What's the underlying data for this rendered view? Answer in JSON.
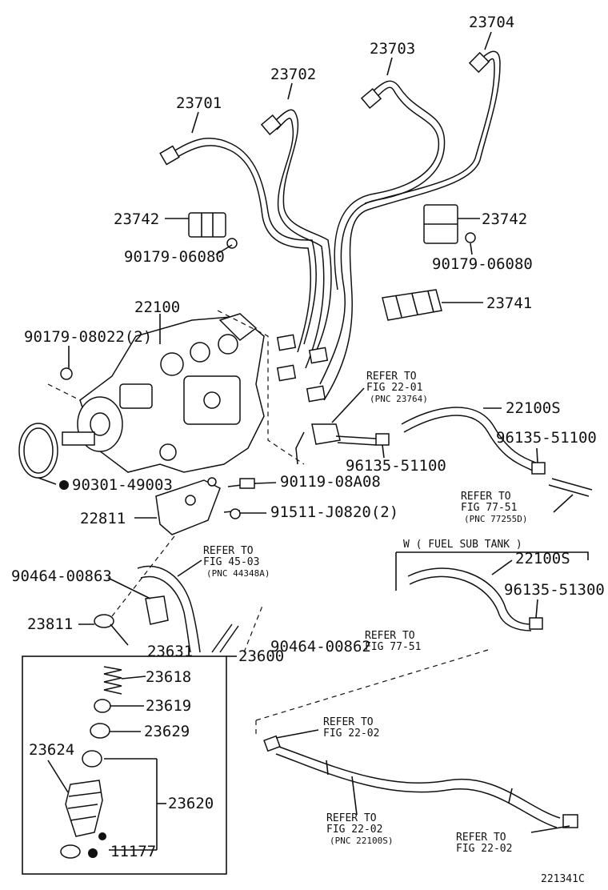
{
  "diagram_code": "221341C",
  "callouts": {
    "p23704": "23704",
    "p23703": "23703",
    "p23702": "23702",
    "p23701": "23701",
    "p23742a": "23742",
    "p23742b": "23742",
    "p90179a": "90179-06080",
    "p90179b": "90179-06080",
    "p23741": "23741",
    "p22100": "22100",
    "p90179_08022": "90179-08022(2)",
    "p22100S_a": "22100S",
    "p96135_a": "96135-51100",
    "p96135_b": "96135-51100",
    "p90301": "90301-49003",
    "p90119": "90119-08A08",
    "p91511": "91511-J0820(2)",
    "p22811": "22811",
    "p90464_a": "90464-00863",
    "p23811": "23811",
    "p23631": "23631",
    "p23600": "23600",
    "p90464_b": "90464-00862",
    "p22100S_b": "22100S",
    "p96135_c": "96135-51300",
    "p23618": "23618",
    "p23619": "23619",
    "p23629": "23629",
    "p23624": "23624",
    "p23620": "23620",
    "p11177": "11177"
  },
  "references": {
    "r1": {
      "refer": "REFER TO",
      "fig": "FIG 22-01",
      "pnc": "(PNC 23764)"
    },
    "r2": {
      "refer": "REFER TO",
      "fig": "FIG 77-51",
      "pnc": "(PNC 77255D)"
    },
    "r3": {
      "refer": "REFER TO",
      "fig": "FIG 45-03",
      "pnc": "(PNC 44348A)"
    },
    "r4": {
      "refer": "REFER TO",
      "fig": "FIG 77-51"
    },
    "r5": {
      "refer": "REFER TO",
      "fig": "FIG 22-02"
    },
    "r6": {
      "refer": "REFER TO",
      "fig": "FIG 22-02",
      "pnc": "(PNC 22100S)"
    },
    "r7": {
      "refer": "REFER TO",
      "fig": "FIG 22-02"
    }
  },
  "variant_label": "W ( FUEL SUB TANK )"
}
